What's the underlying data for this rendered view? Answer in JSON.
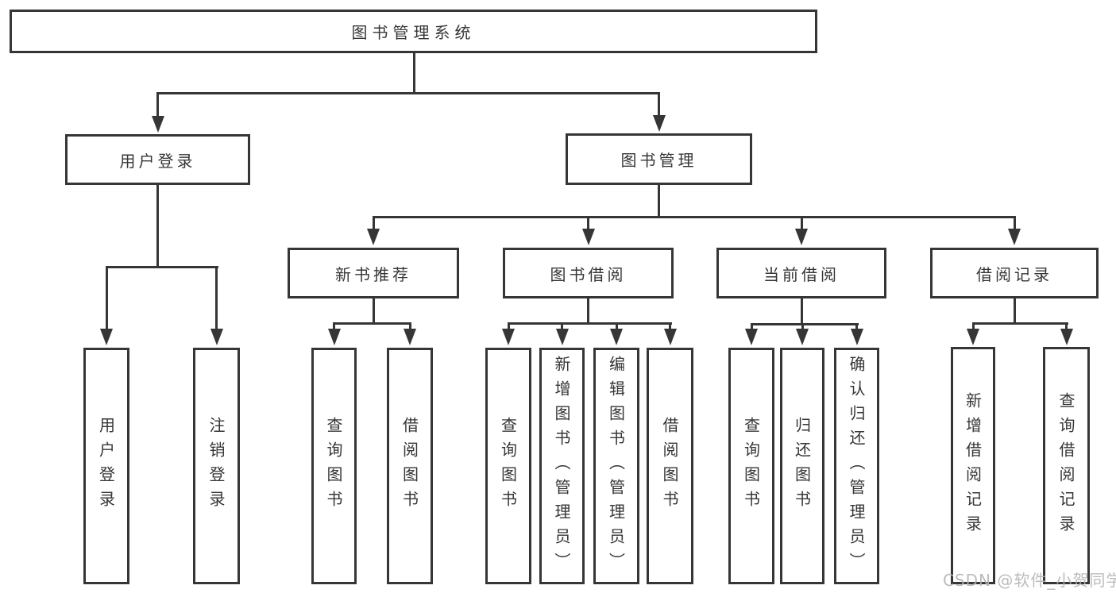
{
  "diagram": {
    "root": {
      "label": "图书管理系统",
      "children": [
        {
          "label": "用户登录",
          "children": [
            {
              "label": "用户登录"
            },
            {
              "label": "注销登录"
            }
          ]
        },
        {
          "label": "图书管理",
          "children": [
            {
              "label": "新书推荐",
              "children": [
                {
                  "label": "查询图书"
                },
                {
                  "label": "借阅图书"
                }
              ]
            },
            {
              "label": "图书借阅",
              "children": [
                {
                  "label": "查询图书"
                },
                {
                  "label": "新增图书（管理员）"
                },
                {
                  "label": "编辑图书（管理员）"
                },
                {
                  "label": "借阅图书"
                }
              ]
            },
            {
              "label": "当前借阅",
              "children": [
                {
                  "label": "查询图书"
                },
                {
                  "label": "归还图书"
                },
                {
                  "label": "确认归还（管理员）"
                }
              ]
            },
            {
              "label": "借阅记录",
              "children": [
                {
                  "label": "新增借阅记录"
                },
                {
                  "label": "查询借阅记录"
                }
              ]
            }
          ]
        }
      ]
    }
  },
  "watermark": {
    "text": "CSDN @软件_小贺同学"
  },
  "colors": {
    "line": "#363636",
    "text": "#363636",
    "box_background": "#ffffff",
    "page_background": "#ffffff",
    "watermark": "#b4b4b4"
  }
}
